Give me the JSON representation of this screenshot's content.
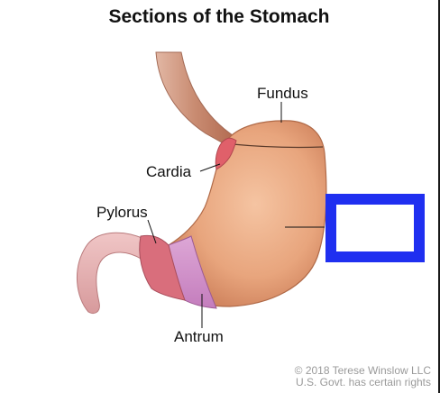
{
  "title": "Sections of the Stomach",
  "labels": {
    "fundus": "Fundus",
    "cardia": "Cardia",
    "pylorus": "Pylorus",
    "antrum": "Antrum"
  },
  "credit": {
    "line1": "© 2018 Terese Winslow LLC",
    "line2": "U.S. Govt. has certain rights"
  },
  "colors": {
    "answer_box_border": "#1f2ff0",
    "body": "#e5a37c",
    "cardia": "#e0606a",
    "pylorus": "#d96e7c",
    "antrum": "#cf8fc9"
  }
}
